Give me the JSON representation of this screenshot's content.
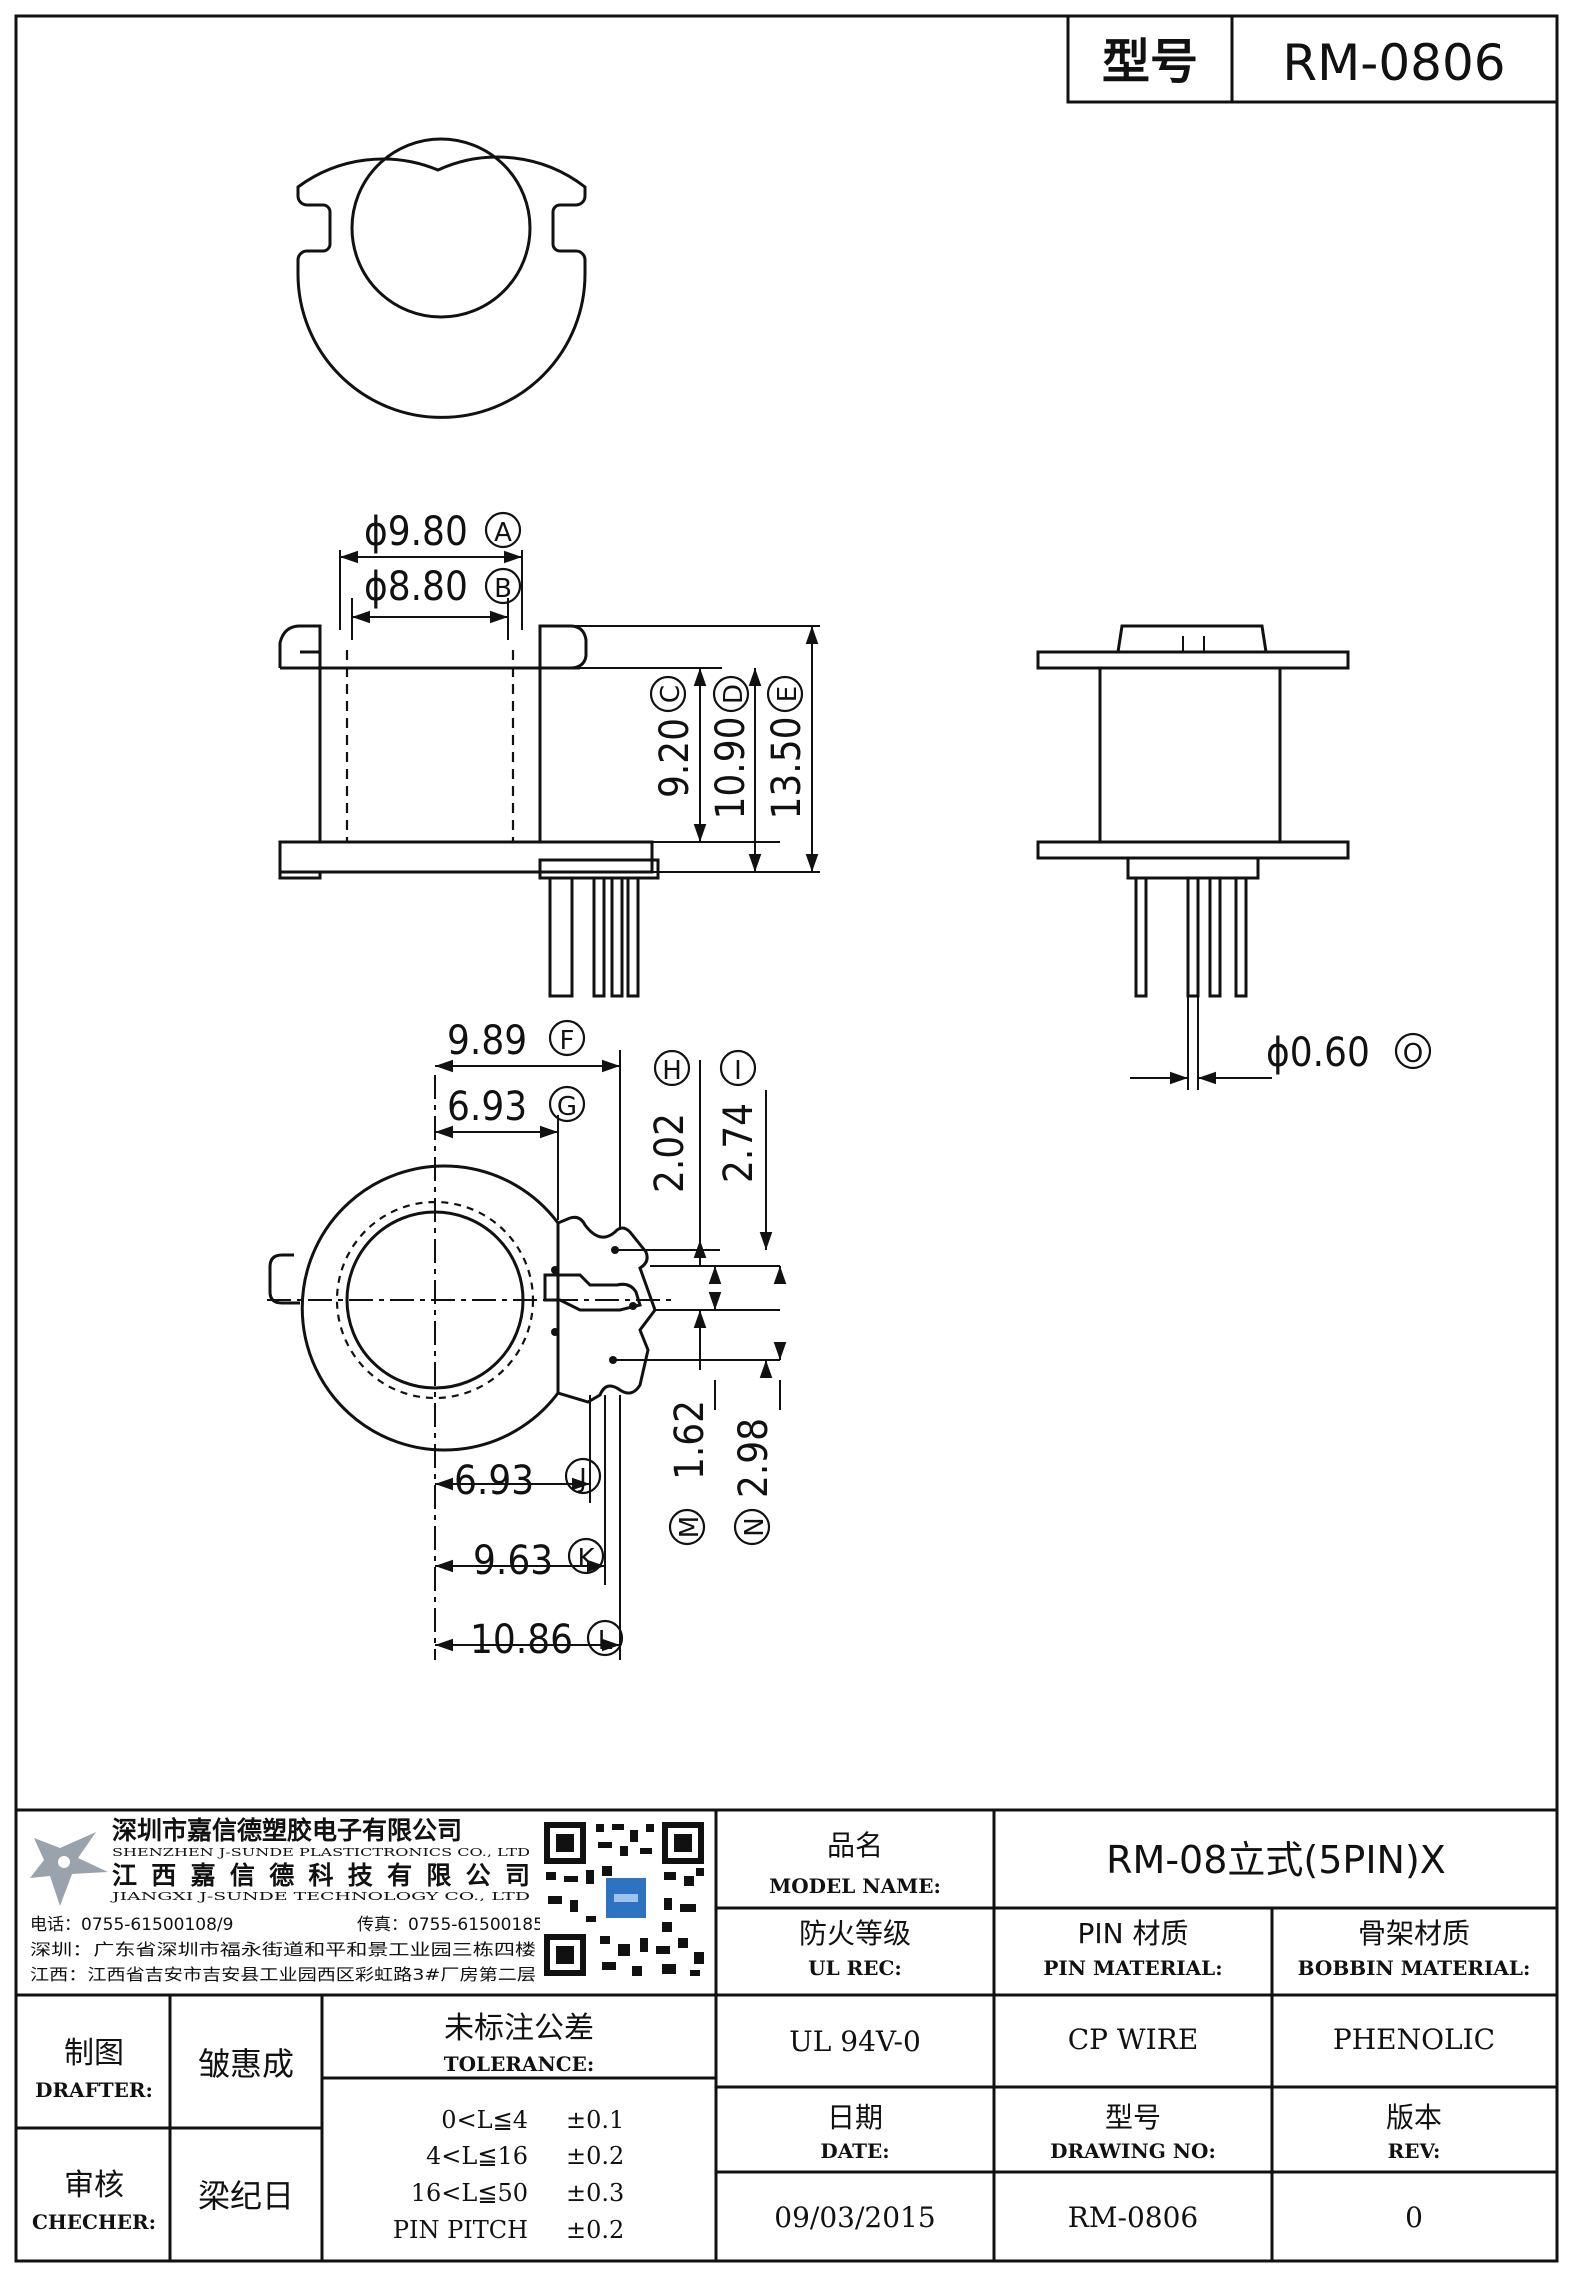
{
  "header": {
    "model_label": "型号",
    "model_value": "RM-0806"
  },
  "top_view": {},
  "side_view": {
    "dims": {
      "a": {
        "value": "ϕ9.80",
        "tag": "A"
      },
      "b": {
        "value": "ϕ8.80",
        "tag": "B"
      },
      "c": {
        "value": "9.20",
        "tag": "C"
      },
      "d": {
        "value": "10.90",
        "tag": "D"
      },
      "e": {
        "value": "13.50",
        "tag": "E"
      }
    }
  },
  "front_view": {
    "dims": {
      "o": {
        "value": "ϕ0.60",
        "tag": "O"
      }
    }
  },
  "bottom_view": {
    "dims": {
      "f": {
        "value": "9.89",
        "tag": "F"
      },
      "g": {
        "value": "6.93",
        "tag": "G"
      },
      "h": {
        "value": "2.02",
        "tag": "H"
      },
      "i": {
        "value": "2.74",
        "tag": "I"
      },
      "j": {
        "value": "6.93",
        "tag": "J"
      },
      "k": {
        "value": "9.63",
        "tag": "K"
      },
      "l": {
        "value": "10.86",
        "tag": "L"
      },
      "m": {
        "value": "1.62",
        "tag": "M"
      },
      "n": {
        "value": "2.98",
        "tag": "N"
      }
    }
  },
  "company": {
    "name_cn_1": "深圳市嘉信德塑胶电子有限公司",
    "name_en_1": "SHENZHEN J-SUNDE PLASTICTRONICS CO., LTD",
    "name_cn_2": "江西嘉信德科技有限公司",
    "name_en_2": "JIANGXI J-SUNDE TECHNOLOGY CO., LTD",
    "tel": "电话：0755-61500108/9",
    "fax": "传真：0755-61500185",
    "addr_sz": "深圳：广东省深圳市福永街道和平和景工业园三栋四楼",
    "addr_jx": "江西：江西省吉安市吉安县工业园西区彩虹路3#厂房第二层"
  },
  "title_block": {
    "model_name_cn": "品名",
    "model_name_en": "MODEL NAME:",
    "model_name_value": "RM-08立式(5PIN)X",
    "ul_cn": "防火等级",
    "ul_en": "UL REC:",
    "pin_mat_cn": "PIN 材质",
    "pin_mat_en": "PIN MATERIAL:",
    "bobbin_mat_cn": "骨架材质",
    "bobbin_mat_en": "BOBBIN MATERIAL:",
    "ul_value": "UL 94V-0",
    "pin_mat_value": "CP WIRE",
    "bobbin_mat_value": "PHENOLIC",
    "date_cn": "日期",
    "date_en": "DATE:",
    "drawing_no_cn": "型号",
    "drawing_no_en": "DRAWING NO:",
    "rev_cn": "版本",
    "rev_en": "REV:",
    "date_value": "09/03/2015",
    "drawing_no_value": "RM-0806",
    "rev_value": "0",
    "drafter_cn": "制图",
    "drafter_en": "DRAFTER:",
    "drafter_name": "皱惠成",
    "checker_cn": "审核",
    "checker_en": "CHECHER:",
    "checker_name": "梁纪日",
    "tolerance_cn": "未标注公差",
    "tolerance_en": "TOLERANCE:",
    "tolerances": [
      {
        "range": "0<L≦4",
        "value": "±0.1"
      },
      {
        "range": "4<L≦16",
        "value": "±0.2"
      },
      {
        "range": "16<L≦50",
        "value": "±0.3"
      },
      {
        "range": "PIN PITCH",
        "value": "±0.2"
      }
    ]
  }
}
